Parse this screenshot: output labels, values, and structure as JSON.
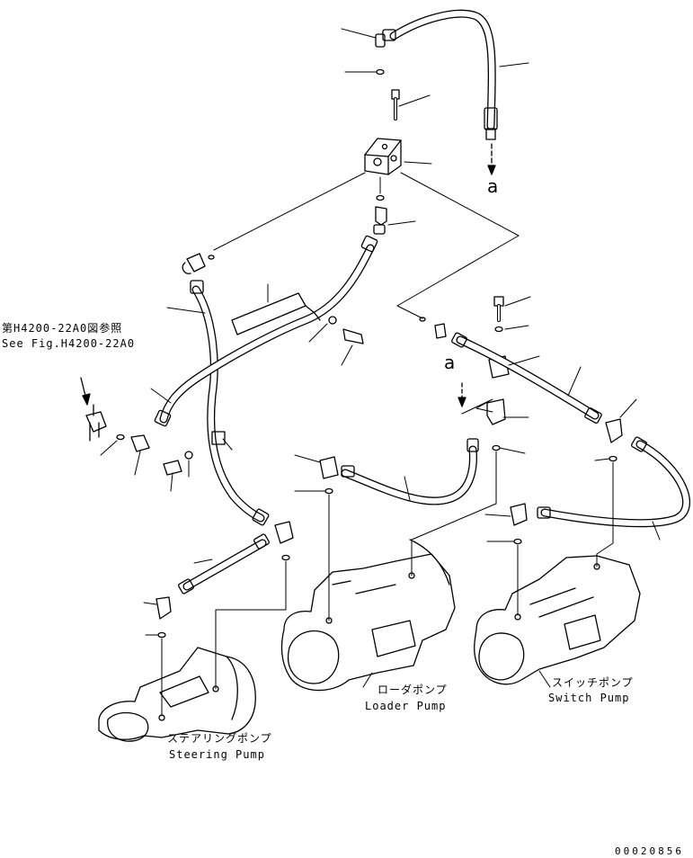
{
  "labels": {
    "ref_note_jp": "第H4200-22A0図参照",
    "ref_note_en": "See Fig.H4200-22A0",
    "marker_a_top": "a",
    "marker_a_mid": "a",
    "loader_jp": "ローダポンプ",
    "loader_en": "Loader Pump",
    "switch_jp": "スイッチポンプ",
    "switch_en": "Switch Pump",
    "steering_jp": "ステアリングポンプ",
    "steering_en": "Steering Pump",
    "drawing_number": "00020856"
  },
  "colors": {
    "line": "#000000",
    "background": "#ffffff"
  }
}
